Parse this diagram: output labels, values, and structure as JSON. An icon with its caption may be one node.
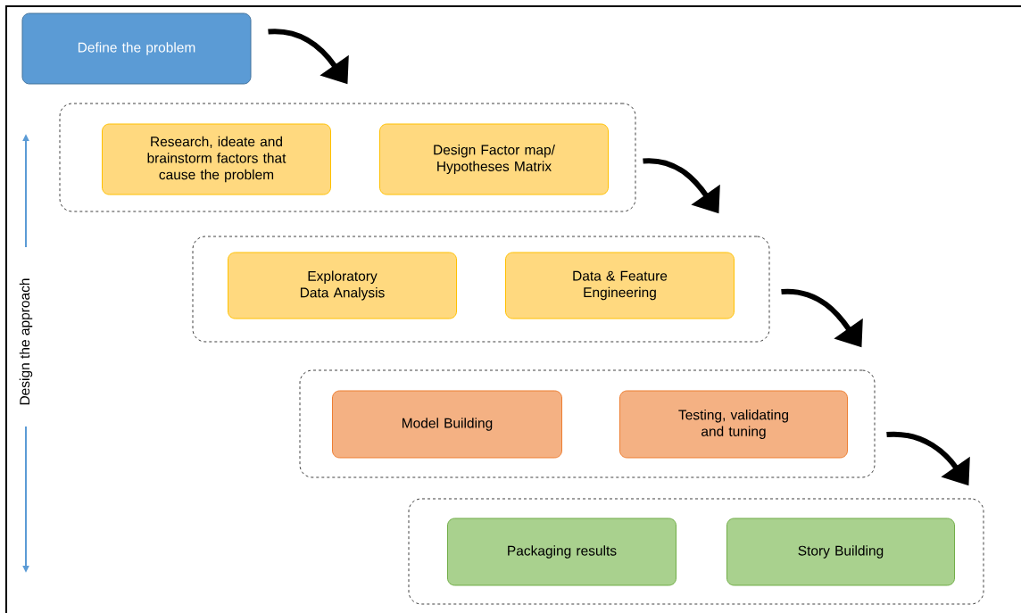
{
  "diagram": {
    "nodes": [
      {
        "text": [
          "Define the problem"
        ]
      },
      {
        "text": [],
        "shape": "box"
      },
      {
        "text": [
          "Research, ideate and brainstorm factors that cause the problem"
        ],
        "in": 1
      },
      {
        "text": [
          "Design Factor map/ Hypotheses Matrix"
        ],
        "in": 1
      },
      {
        "text": [],
        "shape": "box"
      },
      {
        "text": [
          "Exploratory Data Analysis"
        ],
        "in": 4
      },
      {
        "text": [
          "Data & Feature Engineering"
        ],
        "in": 4
      },
      {
        "text": [],
        "shape": "box"
      },
      {
        "text": [
          "Model Building"
        ],
        "in": 7
      },
      {
        "text": [
          "Testing, validating and tuning"
        ],
        "in": 7
      },
      {
        "text": [],
        "shape": "box"
      },
      {
        "text": [
          "Packaging results"
        ],
        "in": 10
      },
      {
        "text": [
          "Story Building"
        ],
        "in": 10
      }
    ],
    "edges": [
      {
        "from": 0,
        "to": 1,
        "arrow": "to"
      },
      {
        "from": 1,
        "to": 4,
        "arrow": "to"
      },
      {
        "from": 4,
        "to": 7,
        "arrow": "to"
      },
      {
        "from": 7,
        "to": 10,
        "arrow": "to"
      }
    ],
    "labels": [
      "Design the approach"
    ]
  }
}
